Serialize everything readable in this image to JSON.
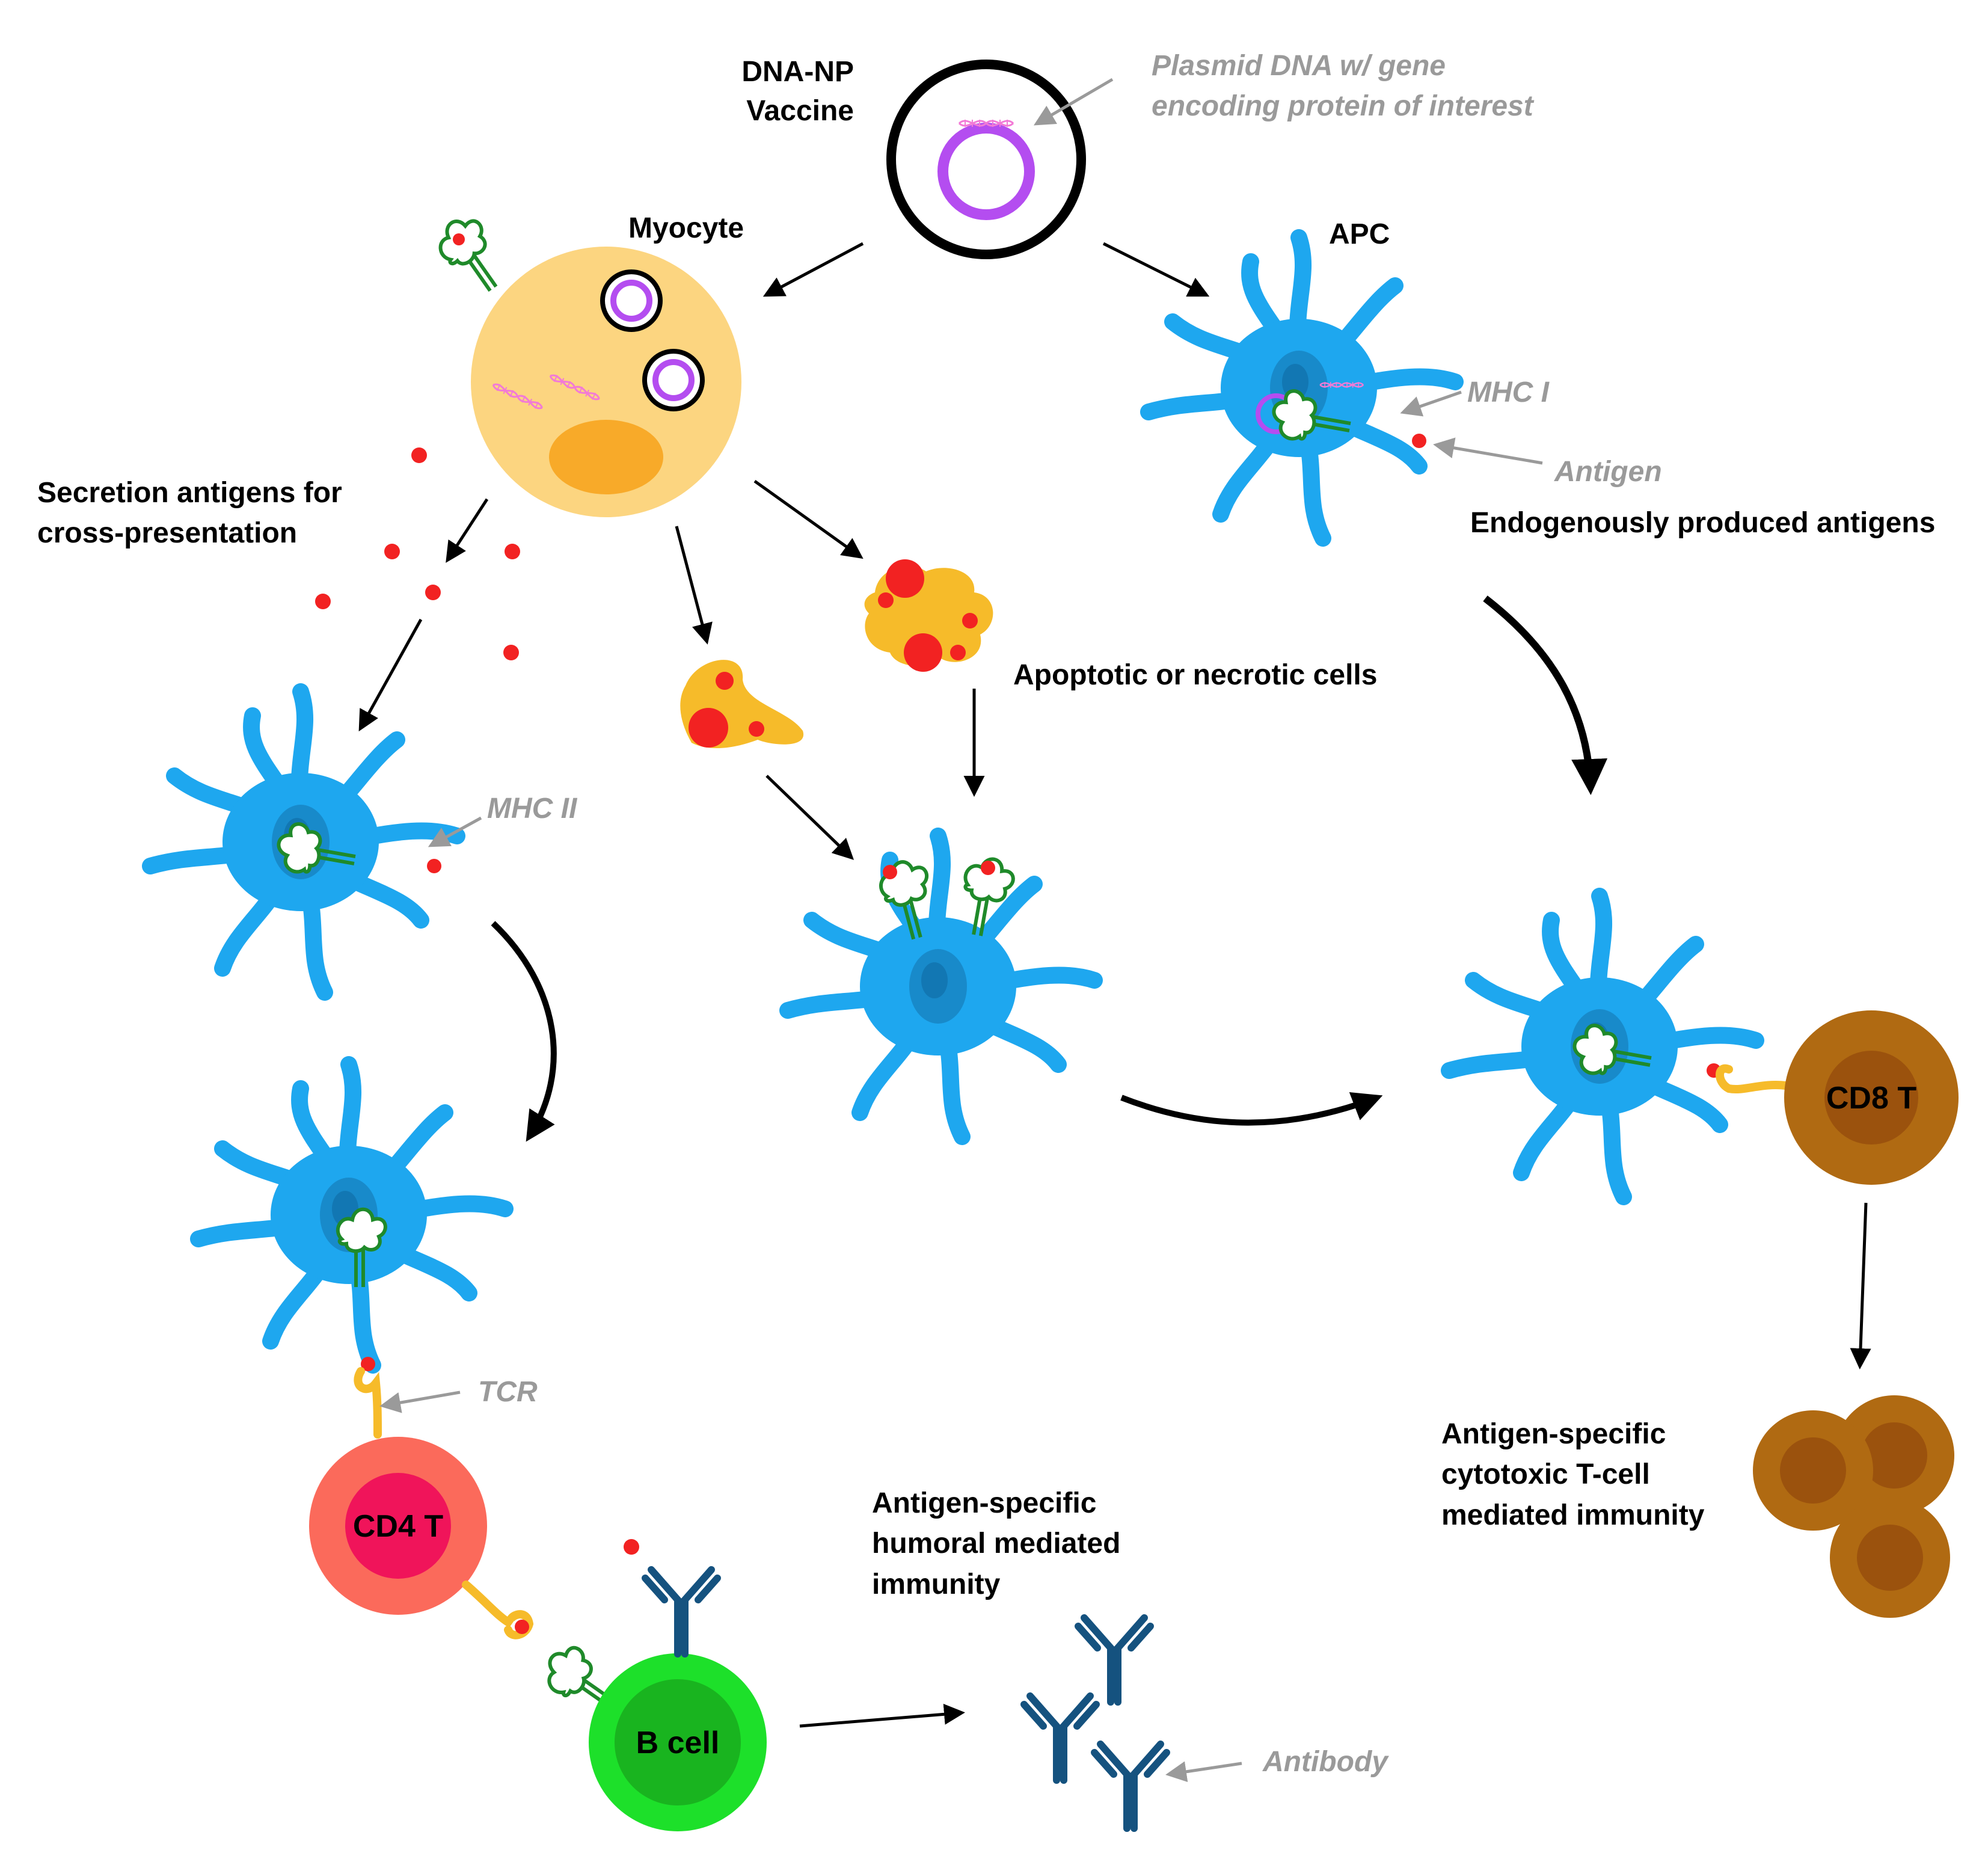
{
  "labels": {
    "vaccine_line1": "DNA-NP",
    "vaccine_line2": "Vaccine",
    "myocyte": "Myocyte",
    "apc": "APC",
    "secretion_line1": "Secretion antigens for",
    "secretion_line2": "cross-presentation",
    "endogenous": "Endogenously produced antigens",
    "apoptotic": "Apoptotic or necrotic cells",
    "humoral_line1": "Antigen-specific",
    "humoral_line2": "humoral mediated",
    "humoral_line3": "immunity",
    "cytotoxic_line1": "Antigen-specific",
    "cytotoxic_line2": "cytotoxic T-cell",
    "cytotoxic_line3": "mediated immunity"
  },
  "notes": {
    "plasmid_line1": "Plasmid DNA w/ gene",
    "plasmid_line2": "encoding protein of interest",
    "mhc1": "MHC I",
    "antigen": "Antigen",
    "mhc2": "MHC II",
    "tcr": "TCR",
    "antibody": "Antibody"
  },
  "cells": {
    "cd8": "CD8 T",
    "cd4": "CD4 T",
    "bcell": "B cell"
  },
  "colors": {
    "apc_blue": "#1ea7ef",
    "apc_nucleus": "#1780bd",
    "myocyte_fill": "#fcd580",
    "myocyte_nucleus": "#f7a21a",
    "plasmid_purple": "#b44df0",
    "antigen_red": "#f22222",
    "mhc_green": "#1f8a2a",
    "tcr_yellow": "#f6bb2a",
    "cd8_outer": "#b06a12",
    "cd8_inner": "#9b520d",
    "cd4_outer": "#fb6a5b",
    "cd4_inner": "#f0145a",
    "bcell_outer": "#1de02a",
    "bcell_inner": "#19b41f",
    "antibody_blue": "#15527f",
    "note_gray": "#9a9a9a"
  },
  "icons": [
    "plasmid-dna-icon",
    "dna-helix-icon",
    "mhc-icon",
    "tcr-icon",
    "antibody-icon",
    "antigen-dot-icon"
  ]
}
